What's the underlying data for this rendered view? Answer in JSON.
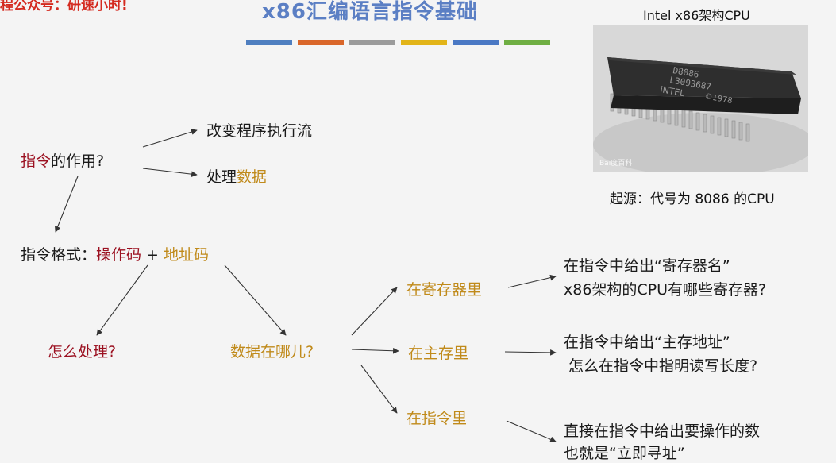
{
  "header": {
    "watermark": "程公众号：研速小时!",
    "title": "x86汇编语言指令基础",
    "color_bar": [
      "#4f7fc0",
      "#d9662a",
      "#9b9b9b",
      "#e2b418",
      "#4a78c4",
      "#6fae43"
    ]
  },
  "photo": {
    "caption": "Intel x86架构CPU",
    "chip_line1": "D8086",
    "chip_line2": "L3093687",
    "chip_brand": "iNTEL",
    "chip_year": "©1978",
    "watermark": "Bai度百科",
    "origin_note": "起源：代号为 8086 的CPU"
  },
  "diagram": {
    "q_role_part1": "指令",
    "q_role_part2": "的作用?",
    "role_change_flow": "改变程序执行流",
    "role_process_part1": "处理",
    "role_process_part2": "数据",
    "format_prefix": "指令格式：",
    "format_opcode": "操作码",
    "format_plus": "+",
    "format_address": "地址码",
    "q_how": "怎么处理?",
    "q_where": "数据在哪儿?",
    "loc_register": "在寄存器里",
    "loc_memory": "在主存里",
    "loc_instruction": "在指令里",
    "desc_register_1": "在指令中给出“寄存器名”",
    "desc_register_2": "x86架构的CPU有哪些寄存器?",
    "desc_memory_1": "在指令中给出“主存地址”",
    "desc_memory_2": "怎么在指令中指明读写长度?",
    "desc_instruction_1": "直接在指令中给出要操作的数",
    "desc_instruction_2": "也就是“立即寻址”"
  },
  "colors": {
    "title": "#5b7fc4",
    "keyword_red": "#9b1020",
    "keyword_gold": "#c08a1a",
    "watermark": "#d42a1f"
  }
}
